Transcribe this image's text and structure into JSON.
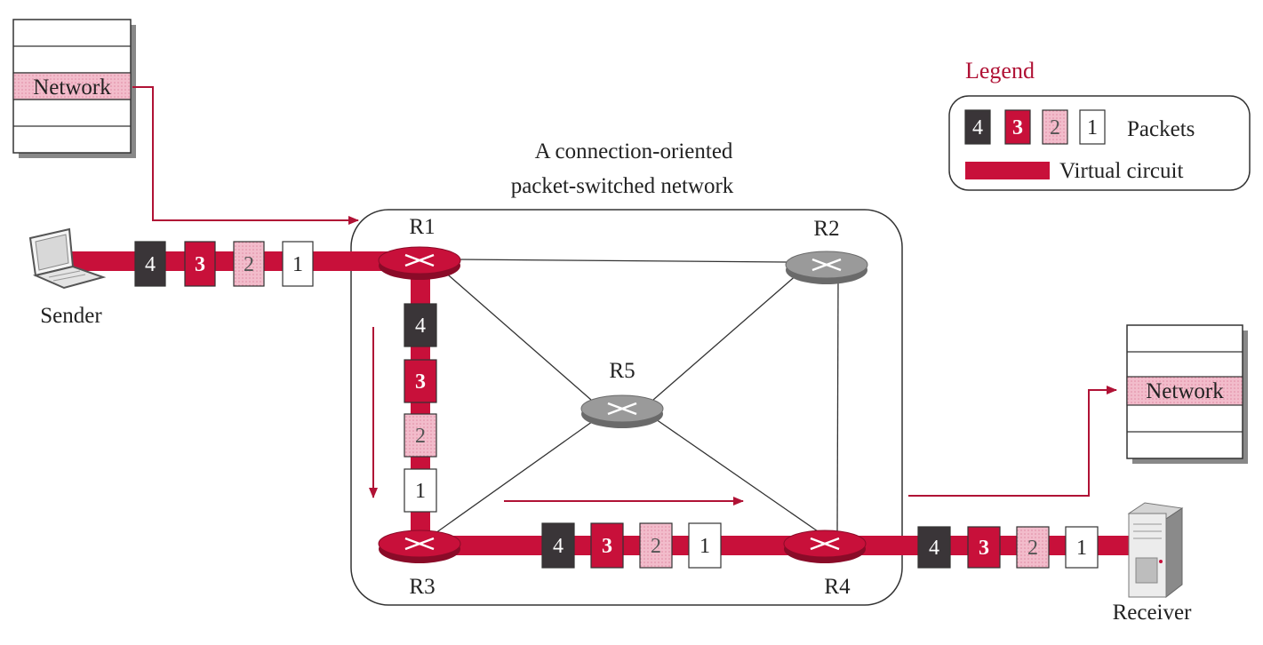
{
  "network_title": [
    "A connection-oriented",
    "packet-switched network"
  ],
  "legend": {
    "title": "Legend",
    "packets_label": "Packets",
    "circuit_label": "Virtual circuit",
    "packet_numbers": [
      "4",
      "3",
      "2",
      "1"
    ]
  },
  "routers": [
    "R1",
    "R2",
    "R3",
    "R4",
    "R5"
  ],
  "sender": {
    "label": "Sender",
    "layer_label": "Network"
  },
  "receiver": {
    "label": "Receiver",
    "layer_label": "Network"
  },
  "packets": {
    "sender_to_r1": [
      "4",
      "3",
      "2",
      "1"
    ],
    "r1_to_r3": [
      "4",
      "3",
      "2",
      "1"
    ],
    "r3_to_r4": [
      "4",
      "3",
      "2",
      "1"
    ],
    "r4_to_receiver": [
      "4",
      "3",
      "2",
      "1"
    ]
  },
  "colors": {
    "circuit": "#c8103a",
    "packet_dark": "#3a3538",
    "packet_red": "#c8103a",
    "packet_pink": "#f2bccb",
    "packet_white": "#ffffff",
    "router_red": "#c8103a",
    "router_gray": "#9a9a9a",
    "arrow": "#b01235"
  }
}
